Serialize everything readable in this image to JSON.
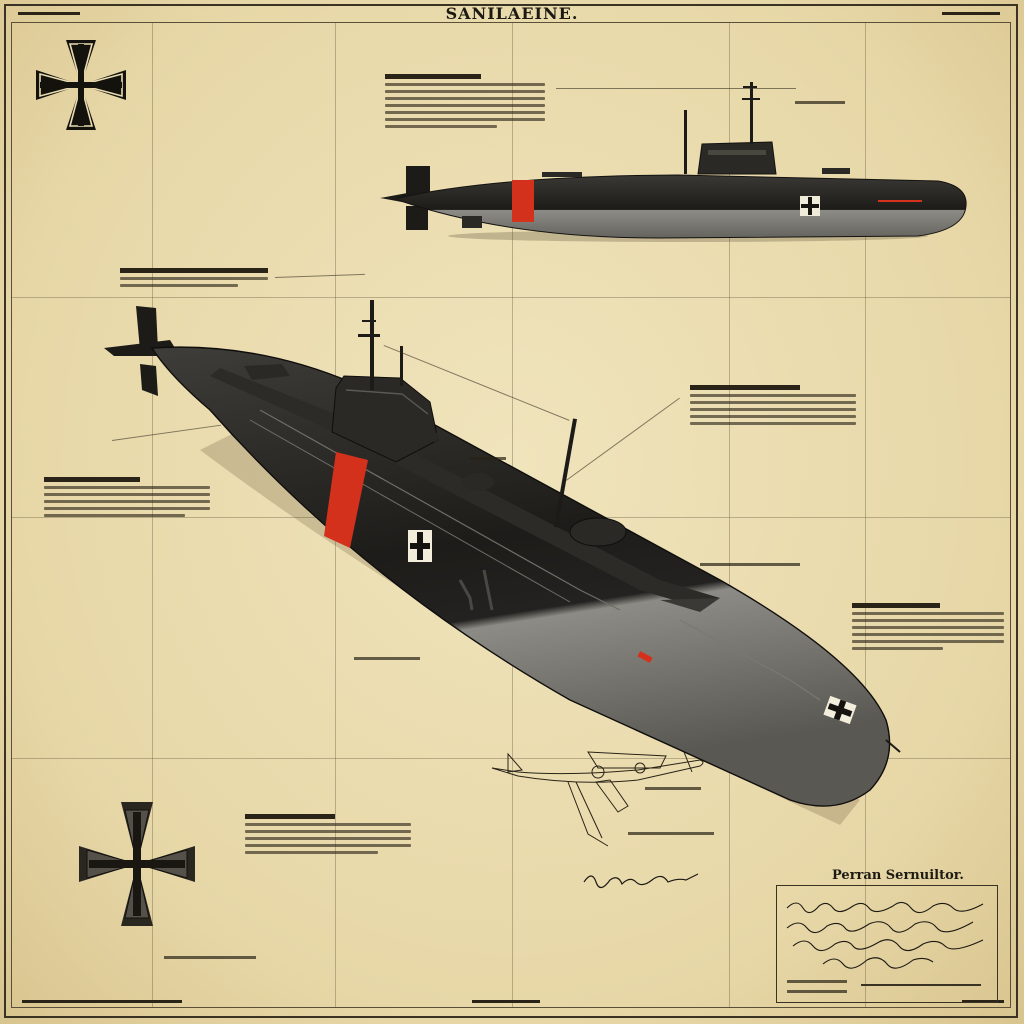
{
  "sheet": {
    "title": "SANILAEINE.",
    "bottom_panel_heading": "Perran Sernuiltor."
  },
  "colors": {
    "paper": "#e9dcb0",
    "ink": "#1d1a14",
    "hull_dark": "#24231f",
    "hull_grey": "#8c8a84",
    "stripe_red": "#d4311d"
  },
  "icons": [
    "iron-cross-emblem",
    "iron-cross-emblem-lower",
    "hull-cross-marking",
    "aircraft-sketch",
    "signature"
  ]
}
